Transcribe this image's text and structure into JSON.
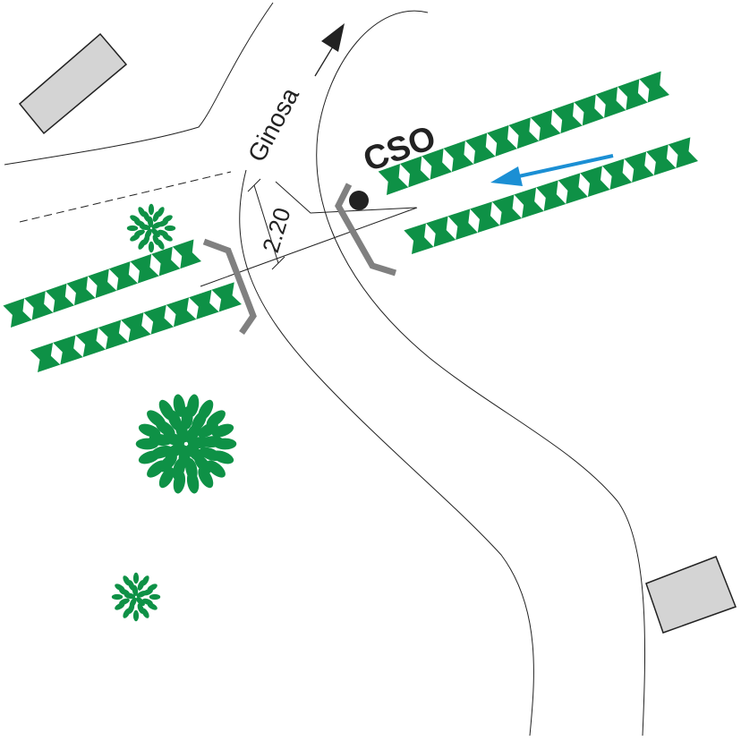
{
  "map": {
    "road_label": "Ginosa",
    "site_label": "CSO",
    "dimension_label": "2.20"
  },
  "colors": {
    "vegetation": "#0e9146",
    "building_fill": "#d4d4d4",
    "building_stroke": "#222222",
    "barrier": "#808080",
    "flow_arrow": "#1b8fd4",
    "line": "#222222",
    "site_marker": "#222222"
  },
  "icons": {
    "direction_arrow": "arrowhead-icon",
    "site_marker": "filled-circle-icon",
    "tree": "tree-canopy-icon",
    "hedge": "hedge-row-icon",
    "flow": "flow-arrow-icon"
  }
}
